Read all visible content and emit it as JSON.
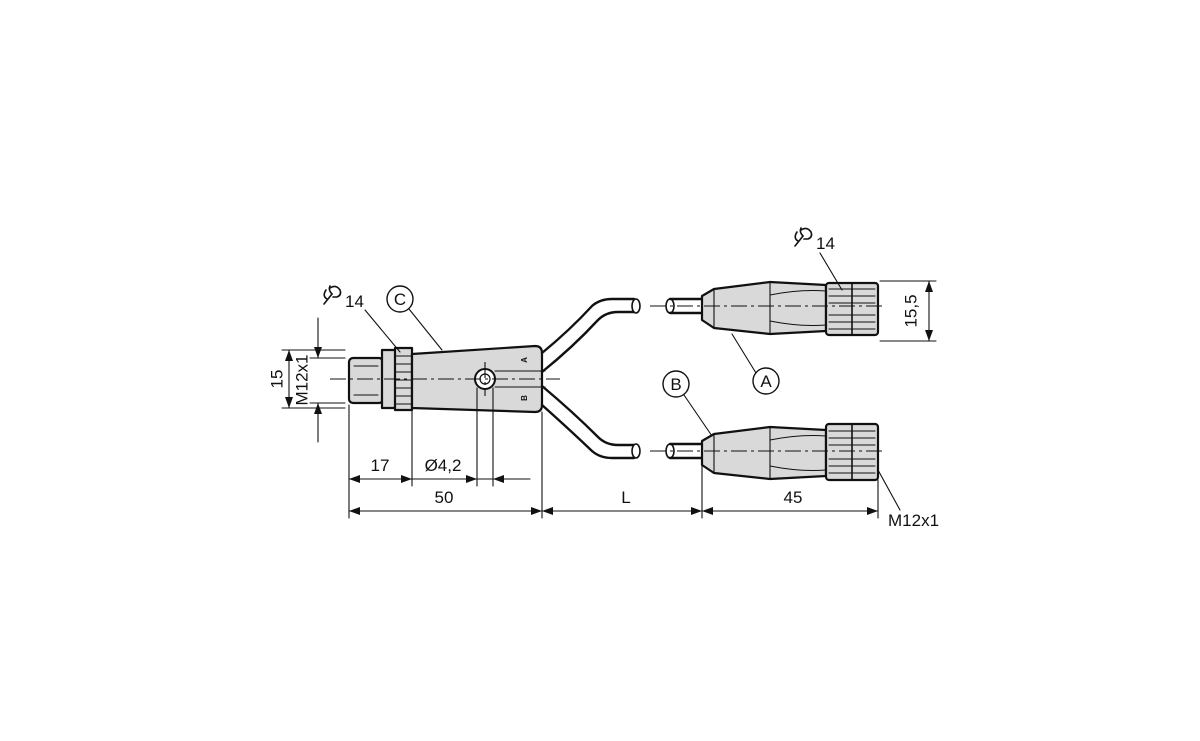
{
  "labels": {
    "wrench_size_left": "14",
    "wrench_size_right": "14",
    "callout_a": "A",
    "callout_b": "B",
    "callout_c": "C",
    "dim_height_left": "15",
    "thread_left": "M12x1",
    "dim_17": "17",
    "dim_hole": "Ø4,2",
    "dim_50": "50",
    "dim_L": "L",
    "dim_45": "45",
    "dim_height_right": "15,5",
    "thread_right": "M12x1",
    "body_mark_a": "A",
    "body_mark_b": "B"
  },
  "icons": {
    "wrench": "wrench-icon"
  }
}
